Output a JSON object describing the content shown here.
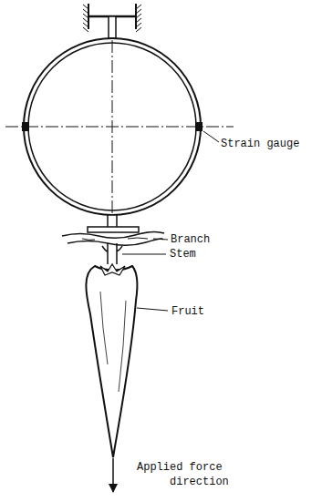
{
  "diagram": {
    "labels": [
      "Strain gauge",
      "Branch",
      "Stem",
      "Fruit",
      "Applied force direction"
    ]
  }
}
